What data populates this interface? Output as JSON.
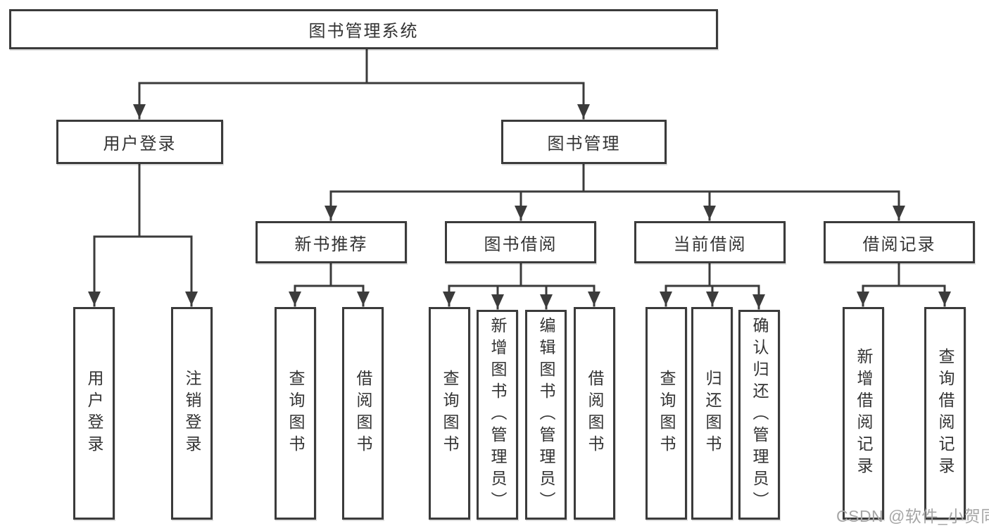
{
  "tree": {
    "label": "图书管理系统",
    "children": [
      {
        "label": "用户登录",
        "children": [
          {
            "label": "用户登录"
          },
          {
            "label": "注销登录"
          }
        ]
      },
      {
        "label": "图书管理",
        "children": [
          {
            "label": "新书推荐",
            "children": [
              {
                "label": "查询图书"
              },
              {
                "label": "借阅图书"
              }
            ]
          },
          {
            "label": "图书借阅",
            "children": [
              {
                "label": "查询图书"
              },
              {
                "label": "新增图书（管理员）"
              },
              {
                "label": "编辑图书（管理员）"
              },
              {
                "label": "借阅图书"
              }
            ]
          },
          {
            "label": "当前借阅",
            "children": [
              {
                "label": "查询图书"
              },
              {
                "label": "归还图书"
              },
              {
                "label": "确认归还（管理员）"
              }
            ]
          },
          {
            "label": "借阅记录",
            "children": [
              {
                "label": "新增借阅记录"
              },
              {
                "label": "查询借阅记录"
              }
            ]
          }
        ]
      }
    ]
  },
  "watermark": {
    "text": "CSDN @软件_小贺同学"
  },
  "colors": {
    "line": "#3b3b3b",
    "box_border": "#3b3b3b",
    "box_fill": "#ffffff",
    "text": "#333333",
    "watermark": "#a6a6a6"
  }
}
